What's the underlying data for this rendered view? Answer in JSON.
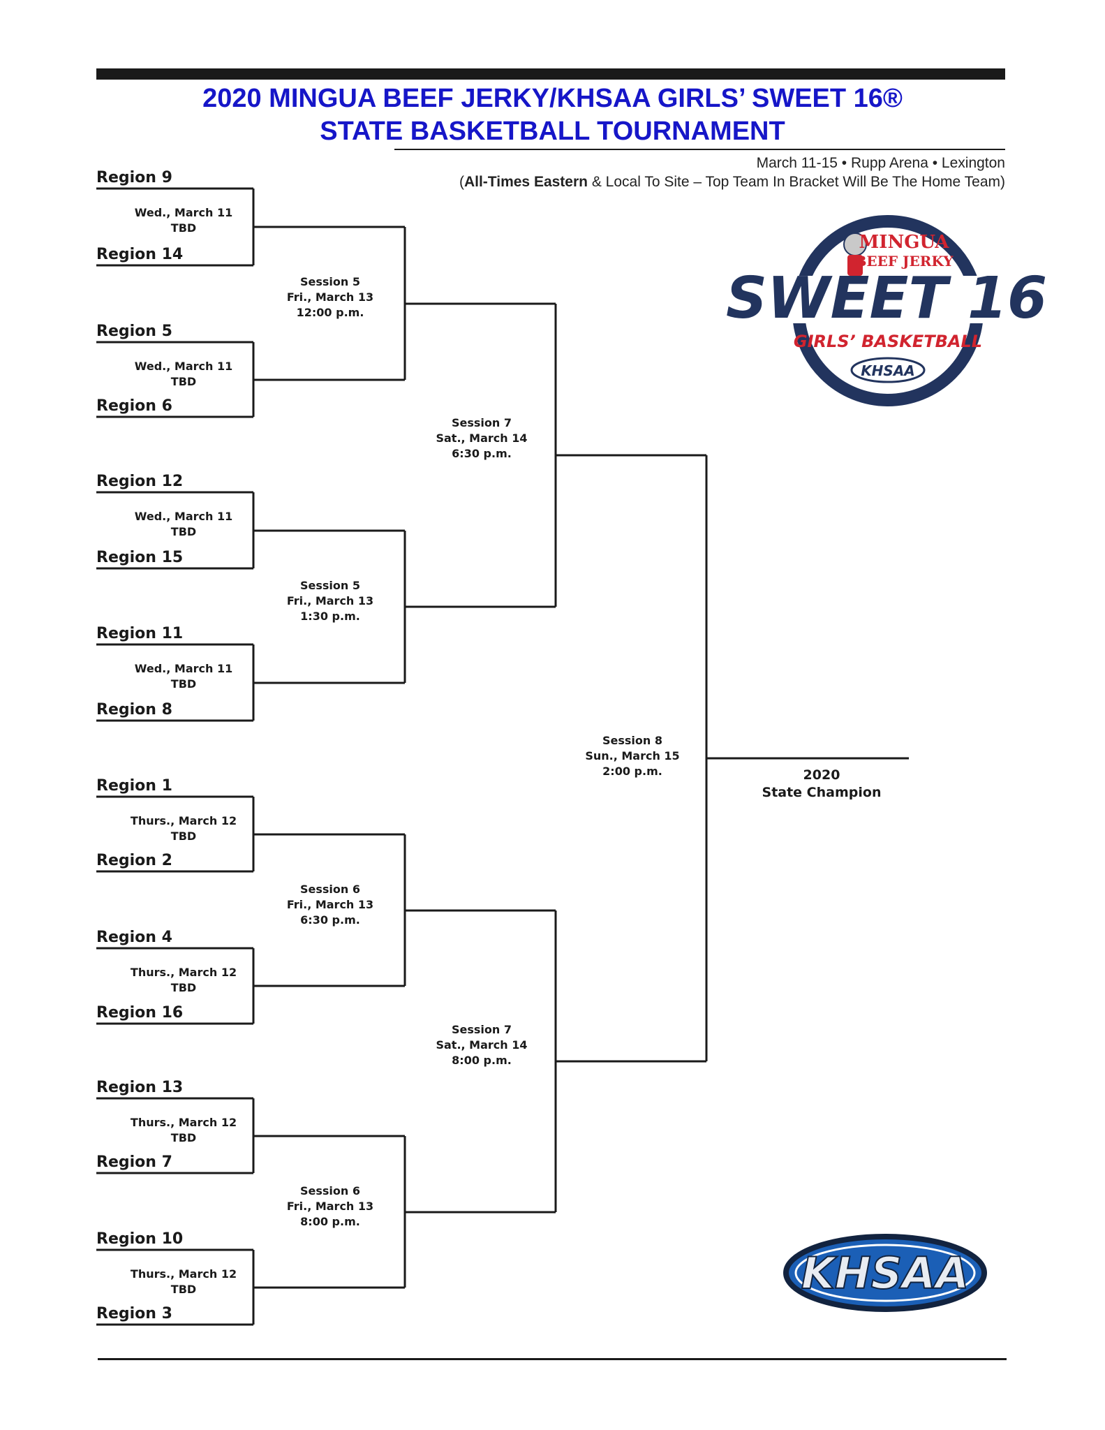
{
  "header": {
    "title_line1": "2020 MINGUA BEEF JERKY/KHSAA GIRLS’ SWEET 16®",
    "title_line2": "STATE BASKETBALL TOURNAMENT",
    "info_line1": "March 11-15 • Rupp Arena • Lexington",
    "info_line2_prefix": "(",
    "info_line2_bold": "All-Times Eastern",
    "info_line2_rest": " & Local To Site – Top Team In Bracket Will Be The Home Team)"
  },
  "colors": {
    "title_blue": "#1616c8",
    "logo_navy": "#22345e",
    "logo_red": "#d1242f",
    "khsaa_blue": "#1b5fb6"
  },
  "round1": [
    {
      "top": "Region 9",
      "bottom": "Region 14",
      "day": "Wed., March 11",
      "time": "TBD"
    },
    {
      "top": "Region 5",
      "bottom": "Region 6",
      "day": "Wed., March 11",
      "time": "TBD"
    },
    {
      "top": "Region 12",
      "bottom": "Region 15",
      "day": "Wed., March 11",
      "time": "TBD"
    },
    {
      "top": "Region 11",
      "bottom": "Region 8",
      "day": "Wed., March 11",
      "time": "TBD"
    },
    {
      "top": "Region 1",
      "bottom": "Region 2",
      "day": "Thurs., March 12",
      "time": "TBD"
    },
    {
      "top": "Region 4",
      "bottom": "Region 16",
      "day": "Thurs., March 12",
      "time": "TBD"
    },
    {
      "top": "Region 13",
      "bottom": "Region 7",
      "day": "Thurs., March 12",
      "time": "TBD"
    },
    {
      "top": "Region 10",
      "bottom": "Region 3",
      "day": "Thurs., March 12",
      "time": "TBD"
    }
  ],
  "round2": [
    {
      "session": "Session 5",
      "day": "Fri., March 13",
      "time": "12:00 p.m."
    },
    {
      "session": "Session 5",
      "day": "Fri., March 13",
      "time": "1:30 p.m."
    },
    {
      "session": "Session 6",
      "day": "Fri., March 13",
      "time": "6:30 p.m."
    },
    {
      "session": "Session 6",
      "day": "Fri., March 13",
      "time": "8:00 p.m."
    }
  ],
  "semis": [
    {
      "session": "Session 7",
      "day": "Sat., March 14",
      "time": "6:30 p.m."
    },
    {
      "session": "Session 7",
      "day": "Sat., March 14",
      "time": "8:00 p.m."
    }
  ],
  "final": {
    "session": "Session 8",
    "day": "Sun., March 15",
    "time": "2:00 p.m."
  },
  "champion": {
    "year": "2020",
    "label": "State Champion"
  },
  "logos": {
    "sweet16_brand1": "MINGUA",
    "sweet16_brand2": "BEEF JERKY",
    "sweet16_main": "SWEET 16",
    "sweet16_sub": "GIRLS’ BASKETBALL",
    "sweet16_badge": "KHSAA",
    "khsaa": "KHSAA"
  }
}
